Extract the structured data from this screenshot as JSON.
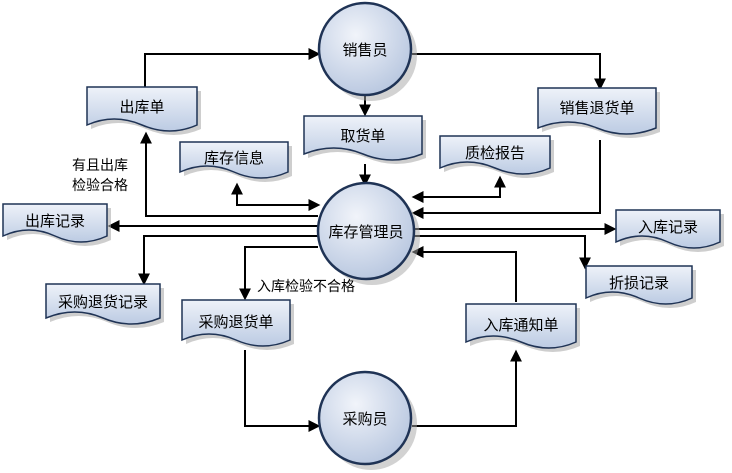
{
  "nodes": {
    "salesperson": "销售员",
    "warehouse_manager": "库存管理员",
    "purchaser": "采购员",
    "outbound_doc": "出库单",
    "pickup_doc": "取货单",
    "sales_return_doc": "销售退货单",
    "inventory_info": "库存信息",
    "qc_report": "质检报告",
    "outbound_record": "出库记录",
    "inbound_record": "入库记录",
    "damage_record": "折损记录",
    "purchase_return_record": "采购退货记录",
    "purchase_return_doc": "采购退货单",
    "inbound_notice": "入库通知单"
  },
  "labels": {
    "outbound_ok_line1": "有且出库",
    "outbound_ok_line2": "检验合格",
    "inbound_fail": "入库检验不合格"
  },
  "colors": {
    "fill_light": "#e3e9f4",
    "fill_mid": "#bccbe3",
    "stroke": "#1f3355",
    "shadow": "#a6a6a6"
  }
}
